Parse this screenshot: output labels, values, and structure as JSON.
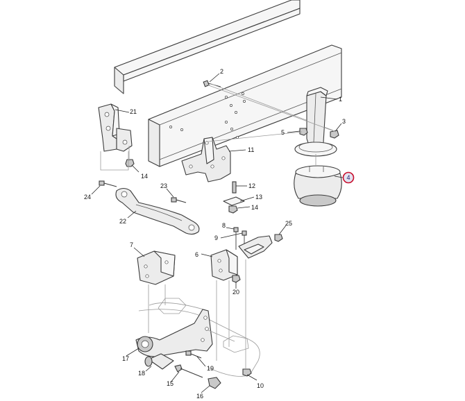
{
  "highlighted_callout": "4",
  "colors": {
    "highlight_ring": "#c8102e",
    "highlight_fill": "#e3e3f0",
    "line": "#3a3a3a"
  },
  "callouts": [
    {
      "id": "c1",
      "label": "1"
    },
    {
      "id": "c2",
      "label": "2"
    },
    {
      "id": "c3",
      "label": "3"
    },
    {
      "id": "c4",
      "label": "4"
    },
    {
      "id": "c5",
      "label": "5"
    },
    {
      "id": "c6",
      "label": "6"
    },
    {
      "id": "c7",
      "label": "7"
    },
    {
      "id": "c8",
      "label": "8"
    },
    {
      "id": "c9",
      "label": "9"
    },
    {
      "id": "c10",
      "label": "10"
    },
    {
      "id": "c11",
      "label": "11"
    },
    {
      "id": "c12",
      "label": "12"
    },
    {
      "id": "c13",
      "label": "13"
    },
    {
      "id": "c14a",
      "label": "14"
    },
    {
      "id": "c14b",
      "label": "14"
    },
    {
      "id": "c15",
      "label": "15"
    },
    {
      "id": "c16",
      "label": "16"
    },
    {
      "id": "c17",
      "label": "17"
    },
    {
      "id": "c18",
      "label": "18"
    },
    {
      "id": "c19",
      "label": "19"
    },
    {
      "id": "c20",
      "label": "20"
    },
    {
      "id": "c21",
      "label": "21"
    },
    {
      "id": "c22",
      "label": "22"
    },
    {
      "id": "c23",
      "label": "23"
    },
    {
      "id": "c24",
      "label": "24"
    },
    {
      "id": "c25",
      "label": "25"
    }
  ]
}
